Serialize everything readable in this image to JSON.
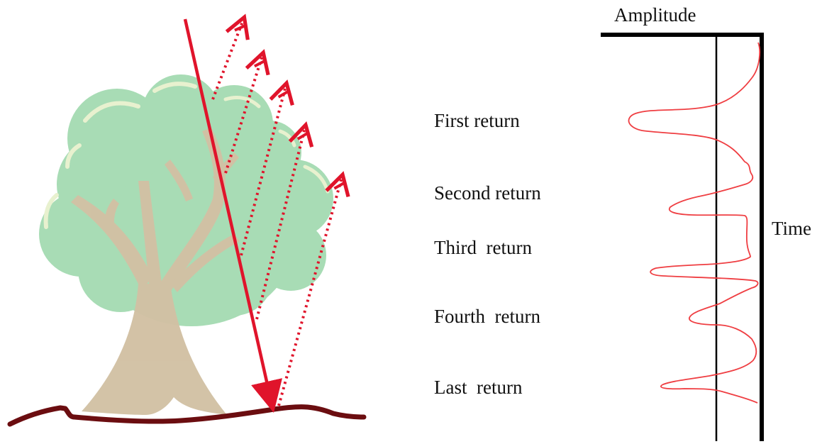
{
  "axis": {
    "amplitude_label": "Amplitude",
    "time_label": "Time"
  },
  "returns": [
    {
      "label": "First return"
    },
    {
      "label": "Second return"
    },
    {
      "label": "Third  return"
    },
    {
      "label": "Fourth  return"
    },
    {
      "label": "Last  return"
    }
  ],
  "colors": {
    "laser": "#e0142b",
    "canopy": "#a8dcb5",
    "canopy_highlight": "#e8f1cf",
    "trunk": "#d2c1a4",
    "ground": "#6b0d10",
    "axis": "#000000",
    "waveform": "#ef3e42"
  }
}
